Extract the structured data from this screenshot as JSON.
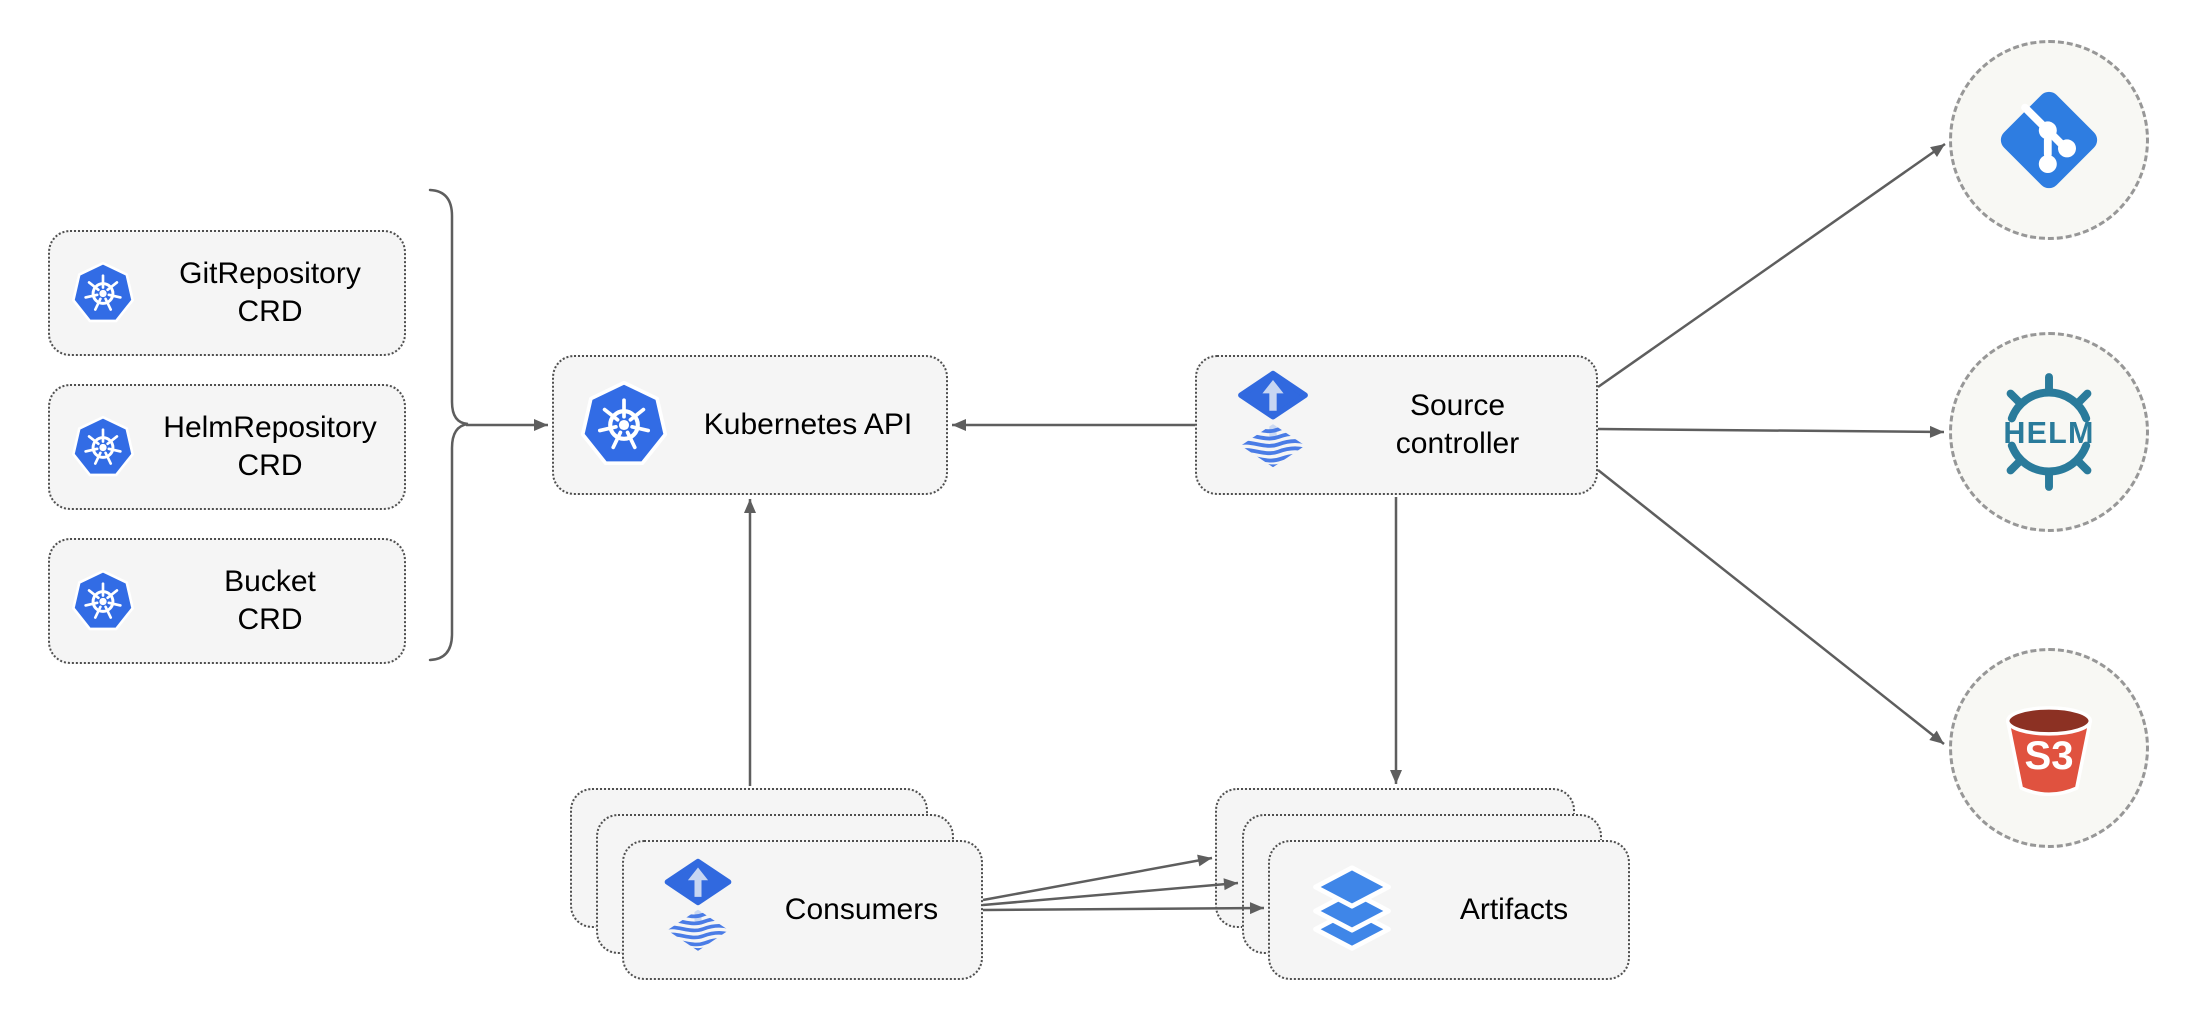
{
  "diagram": {
    "nodes": {
      "crd_git": {
        "title": "GitRepository",
        "subtitle": "CRD",
        "icon": "kubernetes-icon"
      },
      "crd_helm": {
        "title": "HelmRepository",
        "subtitle": "CRD",
        "icon": "kubernetes-icon"
      },
      "crd_bucket": {
        "title": "Bucket",
        "subtitle": "CRD",
        "icon": "kubernetes-icon"
      },
      "kubernetes_api": {
        "title": "Kubernetes API",
        "icon": "kubernetes-icon"
      },
      "source_controller": {
        "title": "Source",
        "subtitle": "controller",
        "icon": "flux-icon"
      },
      "consumers": {
        "title": "Consumers",
        "stacked": true,
        "icon": "flux-icon"
      },
      "artifacts": {
        "title": "Artifacts",
        "stacked": true,
        "icon": "layers-icon"
      },
      "git_endpoint": {
        "icon": "git-icon"
      },
      "helm_endpoint": {
        "icon": "helm-icon",
        "icon_text": "HELM"
      },
      "s3_endpoint": {
        "icon": "s3-bucket-icon",
        "icon_text": "S3"
      }
    },
    "edges": [
      {
        "from": "CRD group bracket",
        "to": "Kubernetes API"
      },
      {
        "from": "Source controller",
        "to": "Kubernetes API"
      },
      {
        "from": "Consumers",
        "to": "Kubernetes API"
      },
      {
        "from": "Source controller",
        "to": "Git endpoint"
      },
      {
        "from": "Source controller",
        "to": "Helm endpoint"
      },
      {
        "from": "Source controller",
        "to": "S3 endpoint"
      },
      {
        "from": "Source controller",
        "to": "Artifacts"
      },
      {
        "from": "Consumers",
        "to": "Artifacts",
        "count": 3
      }
    ],
    "colors": {
      "kubernetes_blue": "#326ce5",
      "flux_blue": "#3169df",
      "flux_arrow_light": "#c7d6f2",
      "git_blue": "#2e7de1",
      "helm_teal": "#2a7b9b",
      "s3_red": "#e0523f",
      "s3_dark_red": "#8c3123",
      "layers_blue": "#3f86e8",
      "node_fill": "#f5f5f5",
      "node_border": "#4f4f4f",
      "circle_fill": "#f8f8f4",
      "circle_border": "#979797",
      "edge": "#5e5e5e",
      "label_text": "#000000"
    }
  }
}
